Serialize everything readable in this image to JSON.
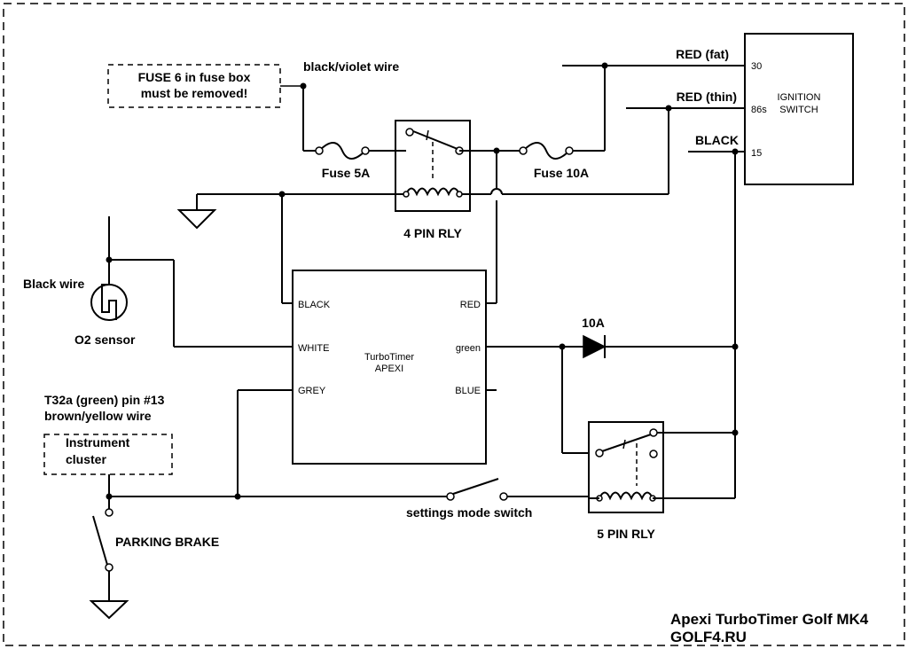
{
  "notes": {
    "fuse_line1": "FUSE 6 in fuse box",
    "fuse_line2": "must be removed!",
    "black_violet": "black/violet wire",
    "fuse5": "Fuse 5A",
    "fuse10": "Fuse 10A",
    "relay4": "4 PIN RLY",
    "relay5": "5 PIN RLY",
    "red_fat": "RED (fat)",
    "red_thin": "RED (thin)",
    "black_wire_top": "BLACK",
    "diode": "10A",
    "black_wire": "Black wire",
    "o2": "O2 sensor",
    "t32_line1": "T32a (green) pin #13",
    "t32_line2": "brown/yellow wire",
    "cluster_line1": "Instrument",
    "cluster_line2": "cluster",
    "parking": "PARKING BRAKE",
    "settings": "settings mode switch"
  },
  "ignition": {
    "line1": "IGNITION",
    "line2": "SWITCH",
    "pin30": "30",
    "pin86s": "86s",
    "pin15": "15"
  },
  "timer": {
    "line1": "TurboTimer",
    "line2": "APEXI",
    "black": "BLACK",
    "white": "WHITE",
    "grey": "GREY",
    "red": "RED",
    "green": "green",
    "blue": "BLUE"
  },
  "footer": {
    "line1": "Apexi TurboTimer Golf MK4",
    "line2": "GOLF4.RU"
  }
}
